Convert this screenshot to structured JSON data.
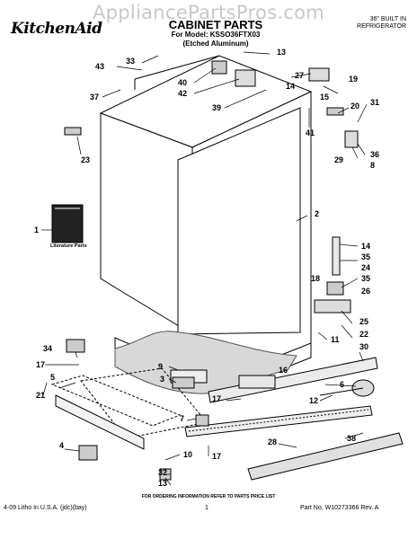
{
  "watermark": "AppliancePartsPros.com",
  "brand": "KitchenAid",
  "header": {
    "title": "CABINET PARTS",
    "model_line": "For Model: KSSO36FTX03",
    "finish_line": "(Etched Aluminum)",
    "fridge_line1": "36\" BUILT IN",
    "fridge_line2": "REFRIGERATOR"
  },
  "literature_label": "Literature Parts",
  "footer": {
    "ordering_note": "FOR ORDERING INFORMATION REFER TO PARTS PRICE LIST",
    "litho": "4-09 Litho In U.S.A. (jdc)(bay)",
    "page": "1",
    "part_no": "Part No. W10273366 Rev. A"
  },
  "callouts": [
    {
      "id": "c13a",
      "text": "13"
    },
    {
      "id": "c43",
      "text": "43"
    },
    {
      "id": "c33",
      "text": "33"
    },
    {
      "id": "c40",
      "text": "40"
    },
    {
      "id": "c42",
      "text": "42"
    },
    {
      "id": "c39",
      "text": "39"
    },
    {
      "id": "c37",
      "text": "37"
    },
    {
      "id": "c23",
      "text": "23"
    },
    {
      "id": "c27",
      "text": "27"
    },
    {
      "id": "c14a",
      "text": "14"
    },
    {
      "id": "c15",
      "text": "15"
    },
    {
      "id": "c19",
      "text": "19"
    },
    {
      "id": "c20",
      "text": "20"
    },
    {
      "id": "c31",
      "text": "31"
    },
    {
      "id": "c41",
      "text": "41"
    },
    {
      "id": "c29",
      "text": "29"
    },
    {
      "id": "c36",
      "text": "36"
    },
    {
      "id": "c8",
      "text": "8"
    },
    {
      "id": "c1",
      "text": "1"
    },
    {
      "id": "c2",
      "text": "2"
    },
    {
      "id": "c14b",
      "text": "14"
    },
    {
      "id": "c35a",
      "text": "35"
    },
    {
      "id": "c24",
      "text": "24"
    },
    {
      "id": "c35b",
      "text": "35"
    },
    {
      "id": "c18",
      "text": "18"
    },
    {
      "id": "c26",
      "text": "26"
    },
    {
      "id": "c25",
      "text": "25"
    },
    {
      "id": "c22",
      "text": "22"
    },
    {
      "id": "c11",
      "text": "11"
    },
    {
      "id": "c30",
      "text": "30"
    },
    {
      "id": "c34",
      "text": "34"
    },
    {
      "id": "c17a",
      "text": "17"
    },
    {
      "id": "c9",
      "text": "9"
    },
    {
      "id": "c16",
      "text": "16"
    },
    {
      "id": "c3",
      "text": "3"
    },
    {
      "id": "c5",
      "text": "5"
    },
    {
      "id": "c17b",
      "text": "17"
    },
    {
      "id": "c12",
      "text": "12"
    },
    {
      "id": "c21",
      "text": "21"
    },
    {
      "id": "c7",
      "text": "7"
    },
    {
      "id": "c6",
      "text": "6"
    },
    {
      "id": "c4",
      "text": "4"
    },
    {
      "id": "c10",
      "text": "10"
    },
    {
      "id": "c28",
      "text": "28"
    },
    {
      "id": "c17c",
      "text": "17"
    },
    {
      "id": "c38",
      "text": "38"
    },
    {
      "id": "c32",
      "text": "32"
    },
    {
      "id": "c13b",
      "text": "13"
    }
  ]
}
